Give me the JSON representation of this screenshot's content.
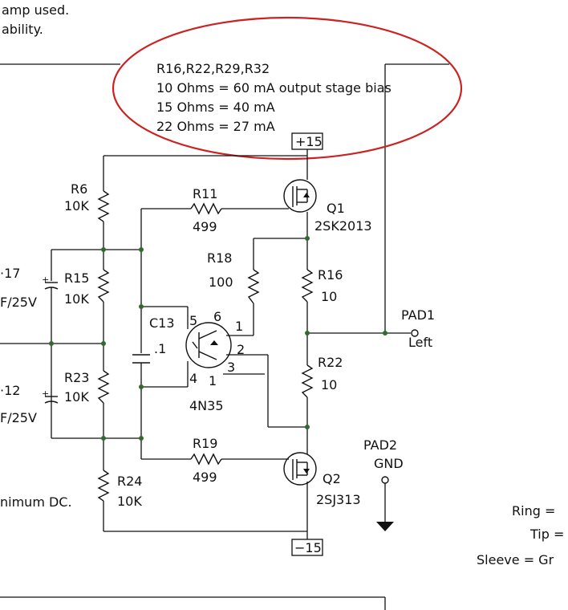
{
  "notes": {
    "top_line_1": "amp used.",
    "top_line_2": "ability.",
    "dc_note": "nimum DC."
  },
  "callout": {
    "line_1": "R16,R22,R29,R32",
    "line_2": "10 Ohms = 60 mA output stage bias",
    "line_3": "15 Ohms = 40 mA",
    "line_4": "22 Ohms = 27 mA",
    "ring_color": "#cc2222"
  },
  "rails": {
    "positive": "+15",
    "negative": "−15"
  },
  "components": {
    "R6": {
      "ref": "R6",
      "value": "10K"
    },
    "R15": {
      "ref": "R15",
      "value": "10K"
    },
    "R23": {
      "ref": "R23",
      "value": "10K"
    },
    "R24": {
      "ref": "R24",
      "value": "10K"
    },
    "R11": {
      "ref": "R11",
      "value": "499"
    },
    "R19": {
      "ref": "R19",
      "value": "499"
    },
    "R18": {
      "ref": "R18",
      "value": "100"
    },
    "R16": {
      "ref": "R16",
      "value": "10"
    },
    "R22": {
      "ref": "R22",
      "value": "10"
    },
    "C17": {
      "ref": "·17",
      "value": "F/25V"
    },
    "C12": {
      "ref": "·12",
      "value": "F/25V"
    },
    "C13": {
      "ref": "C13",
      "value": ".1"
    },
    "Q1": {
      "ref": "Q1",
      "value": "2SK2013"
    },
    "Q2": {
      "ref": "Q2",
      "value": "2SJ313"
    },
    "U1": {
      "ref": "4N35",
      "pins": [
        "1",
        "2",
        "3",
        "1",
        "4",
        "5",
        "6"
      ]
    },
    "PAD1": {
      "ref": "PAD1",
      "net": "Left"
    },
    "PAD2": {
      "ref": "PAD2",
      "net": "GND"
    }
  },
  "jack": {
    "ring": "Ring =",
    "tip": "Tip =",
    "sleeve": "Sleeve = Gr"
  },
  "colors": {
    "wire": "#111111",
    "junction": "#2f6b2f"
  }
}
